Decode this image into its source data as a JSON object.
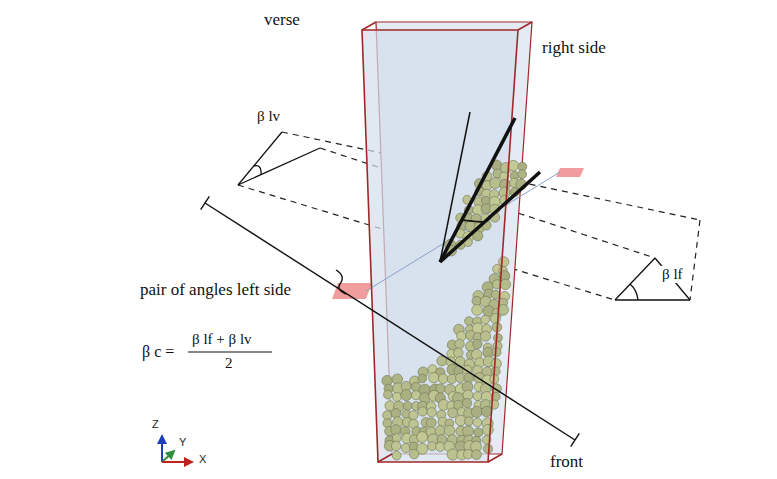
{
  "diagram": {
    "labels": [
      "verse",
      "right side",
      "β lv",
      "pair of angles left side",
      "β lf",
      "front",
      "β c =",
      "β lf + β lv",
      "2",
      "Z",
      "Y",
      "X"
    ]
  }
}
